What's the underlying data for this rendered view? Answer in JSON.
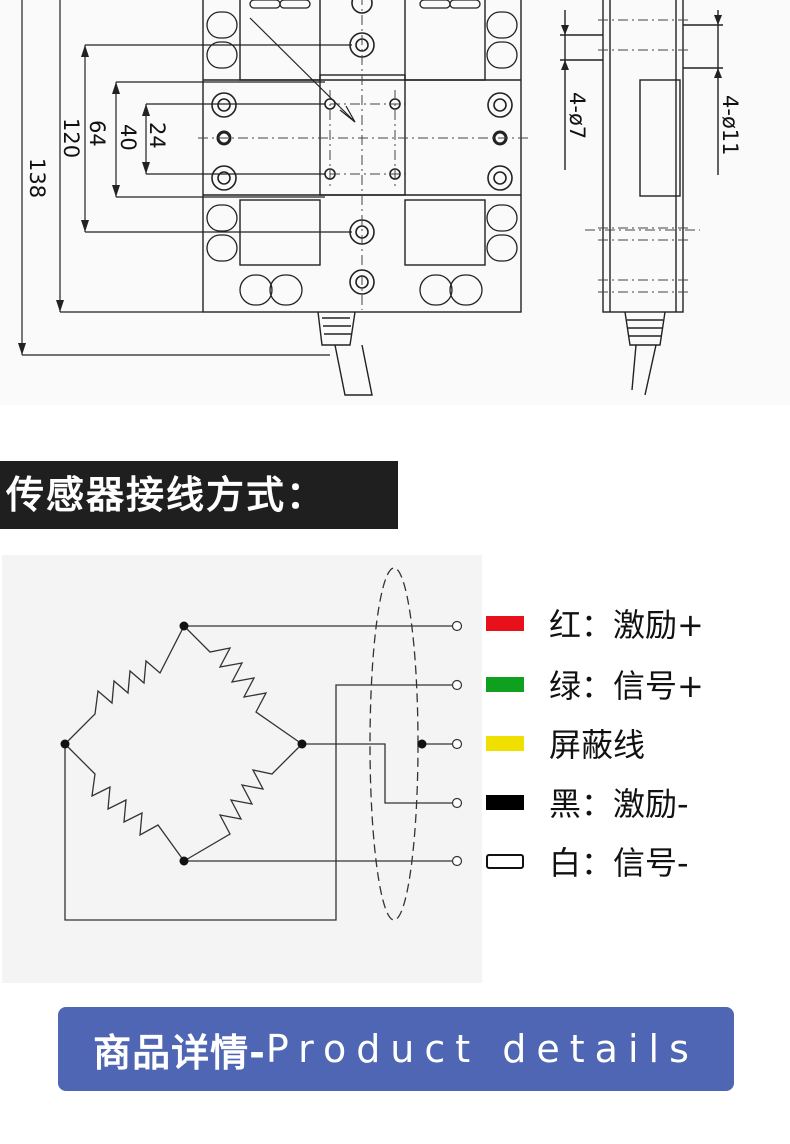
{
  "drawing": {
    "dimensions": [
      "138",
      "120",
      "64",
      "40",
      "24"
    ],
    "hole_callouts": [
      "4-ø7",
      "4-ø11"
    ]
  },
  "wiring_section": {
    "heading": "传感器接线方式："
  },
  "wiring_legend": [
    {
      "label": "红：激励+",
      "color": "#e8101a",
      "outlined": false
    },
    {
      "label": "绿：信号+",
      "color": "#10a020",
      "outlined": false
    },
    {
      "label": "屏蔽线",
      "color": "#f0e000",
      "outlined": false
    },
    {
      "label": "黑：激励-",
      "color": "#000000",
      "outlined": false
    },
    {
      "label": "白：信号-",
      "color": "#ffffff",
      "outlined": true
    }
  ],
  "details_banner": {
    "cn": "商品详情-",
    "en": "Product details"
  }
}
